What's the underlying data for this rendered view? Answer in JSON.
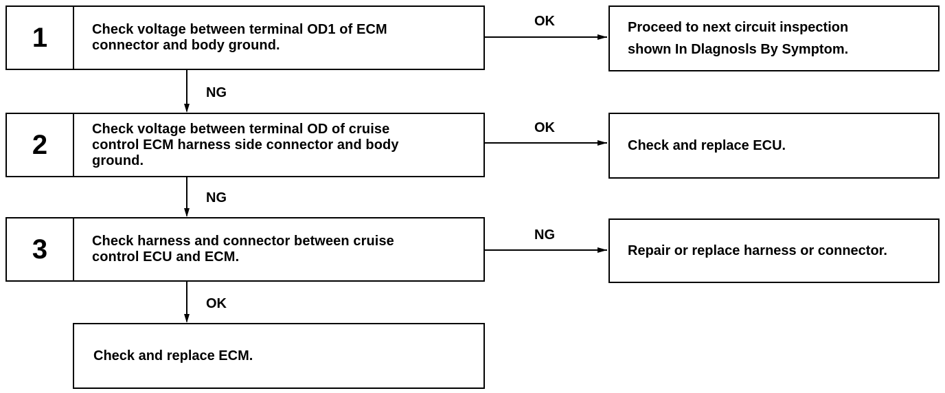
{
  "steps": [
    {
      "number": "1",
      "text": "Check voltage between terminal OD1 of ECM\nconnector and body ground."
    },
    {
      "number": "2",
      "text": "Check voltage between terminal OD of cruise\ncontrol ECM harness side connector and body\nground."
    },
    {
      "number": "3",
      "text": "Check harness and connector between cruise\ncontrol ECU and ECM."
    }
  ],
  "final_step": {
    "text": "Check and replace ECM."
  },
  "results": [
    {
      "condition": "OK",
      "text": "Proceed to next circuit inspection\nshown In Dlagnosls By Symptom."
    },
    {
      "condition": "OK",
      "text": "Check and replace ECU."
    },
    {
      "condition": "NG",
      "text": "Repair or replace harness or connector."
    }
  ],
  "down_labels": [
    "NG",
    "NG",
    "OK"
  ]
}
